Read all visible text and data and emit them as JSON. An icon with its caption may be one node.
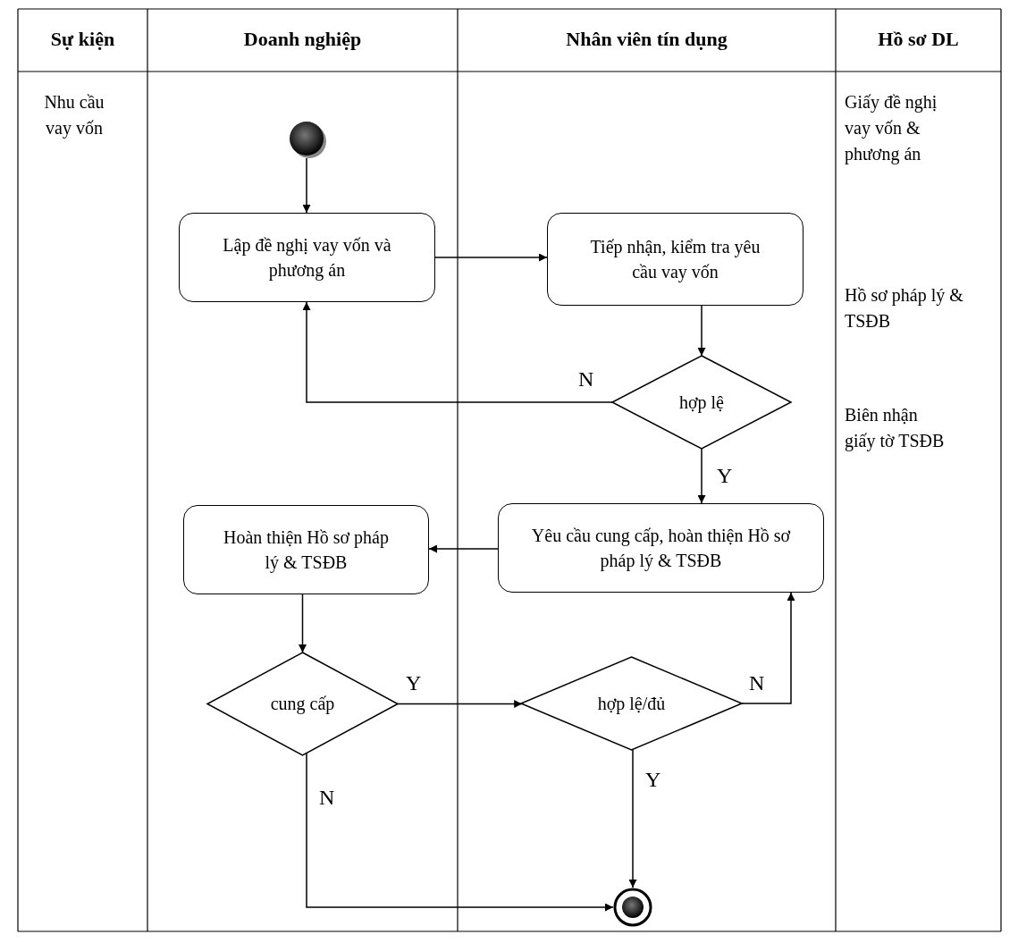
{
  "diagram": {
    "nodes": [
      {
        "text": [],
        "shape": "circle"
      },
      {
        "text": [
          "Lập đề nghị vay vốn và phương án"
        ]
      },
      {
        "text": [
          "Tiếp nhận, kiểm tra yêu cầu vay vốn"
        ]
      },
      {
        "text": [
          "hợp lệ"
        ]
      },
      {
        "text": [
          "Hoàn thiện Hồ sơ pháp lý & TSĐB"
        ]
      },
      {
        "text": [
          "Yêu cầu cung cấp, hoàn thiện Hồ sơ pháp lý & TSĐB"
        ]
      },
      {
        "text": [
          "cung cấp"
        ]
      },
      {
        "text": [
          "hợp lệ/đủ"
        ]
      },
      {
        "text": [],
        "shape": "circle"
      }
    ],
    "edges": [
      {
        "from": 0,
        "to": 1,
        "arrow": "to"
      },
      {
        "from": 1,
        "to": 2,
        "arrow": "to"
      },
      {
        "from": 2,
        "to": 3,
        "arrow": "to"
      },
      {
        "from": 3,
        "to": 1,
        "arrow": "to",
        "label": "N"
      },
      {
        "from": 3,
        "to": 5,
        "arrow": "to",
        "label": "Y"
      },
      {
        "from": 5,
        "to": 4,
        "arrow": "to"
      },
      {
        "from": 4,
        "to": 6,
        "arrow": "to"
      },
      {
        "from": 6,
        "to": 7,
        "arrow": "to",
        "label": "Y"
      },
      {
        "from": 7,
        "to": 5,
        "arrow": "to",
        "label": "N"
      },
      {
        "from": 7,
        "to": 8,
        "arrow": "to",
        "label": "Y"
      },
      {
        "from": 6,
        "to": 8,
        "arrow": "to",
        "label": "N"
      }
    ],
    "labels": [
      "Sự kiện",
      "Doanh nghiệp",
      "Nhân viên tín dụng",
      "Hồ sơ DL",
      "Nhu cầu vay vốn",
      "Giấy đề nghị vay vốn & phương án",
      "Hồ sơ pháp lý & TSĐB",
      "Biên nhận giấy tờ TSĐB"
    ]
  }
}
